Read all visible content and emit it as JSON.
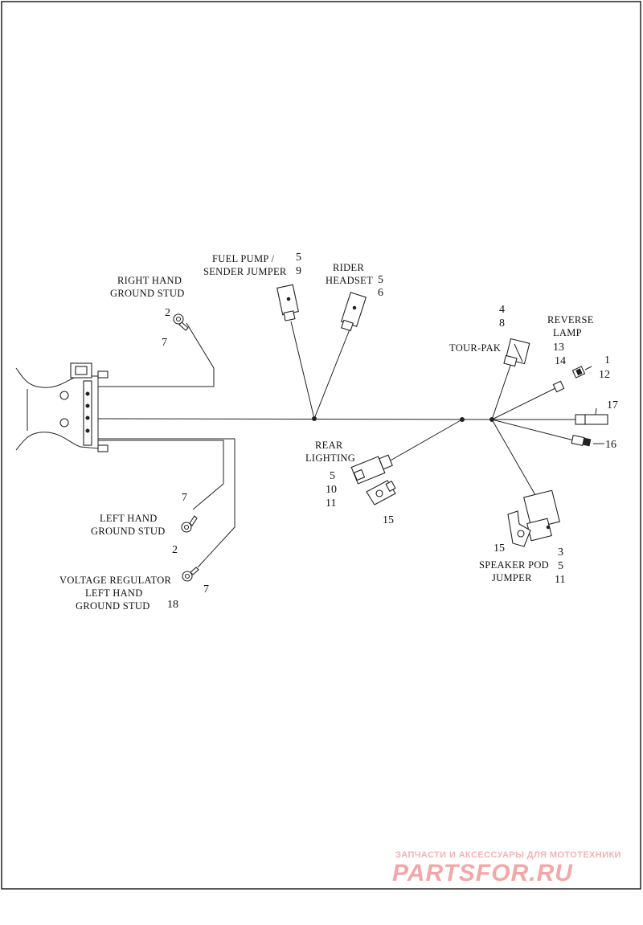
{
  "labels": {
    "right_hand_ground_stud": [
      "RIGHT HAND",
      "GROUND STUD"
    ],
    "fuel_pump": [
      "FUEL PUMP /",
      "SENDER JUMPER"
    ],
    "rider_headset": [
      "RIDER",
      "HEADSET"
    ],
    "tour_pak": "TOUR-PAK",
    "reverse_lamp": [
      "REVERSE",
      "LAMP"
    ],
    "rear_lighting": [
      "REAR",
      "LIGHTING"
    ],
    "left_hand_ground_stud": [
      "LEFT HAND",
      "GROUND STUD"
    ],
    "voltage_regulator": [
      "VOLTAGE REGULATOR",
      "LEFT HAND",
      "GROUND STUD"
    ],
    "speaker_pod": [
      "SPEAKER POD",
      "JUMPER"
    ]
  },
  "callouts": {
    "rh_2": "2",
    "rh_7": "7",
    "fp_5": "5",
    "fp_9": "9",
    "rider_5": "5",
    "rider_6": "6",
    "tour_4": "4",
    "tour_8": "8",
    "rev_13": "13",
    "rev_14": "14",
    "rev_1": "1",
    "rev_12": "12",
    "p17": "17",
    "p16": "16",
    "rear_5": "5",
    "rear_10": "10",
    "rear_11": "11",
    "rear_15": "15",
    "lh_7": "7",
    "lh_2": "2",
    "vr_7": "7",
    "vr_18": "18",
    "sp_15": "15",
    "sp_3": "3",
    "sp_5": "5",
    "sp_11": "11"
  },
  "watermark": {
    "tagline": "ЗАПЧАСТИ И АКСЕССУАРЫ ДЛЯ МОТОТЕХНИКИ",
    "brand": "PARTSFOR.RU"
  }
}
